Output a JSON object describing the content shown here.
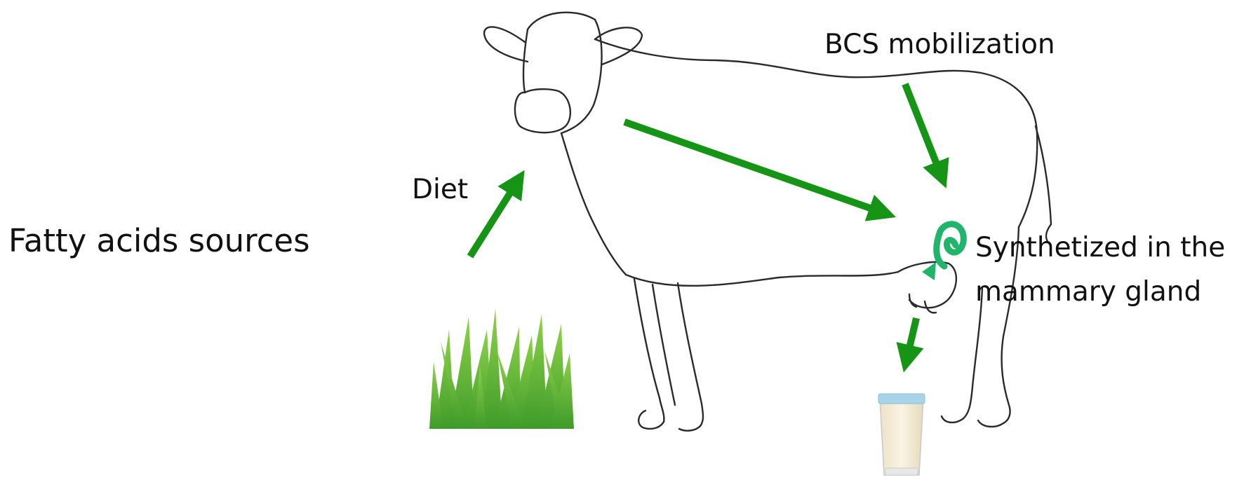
{
  "diagram": {
    "title": "Fatty acids sources",
    "labels": {
      "diet": "Diet",
      "bcs": "BCS mobilization",
      "synthesized_line1": "Synthetized in the",
      "synthesized_line2": "mammary gland"
    },
    "colors": {
      "arrow": "#159415",
      "swirl": "#20b56a",
      "grass_dark": "#3f9b2a",
      "grass_light": "#8fd24b",
      "milk": "#f4ecd6",
      "glass_rim": "#a8d4ea",
      "outline": "#2a2a2a"
    },
    "icons": [
      "cow-outline-icon",
      "grass-icon",
      "milk-glass-icon",
      "swirl-icon"
    ]
  }
}
